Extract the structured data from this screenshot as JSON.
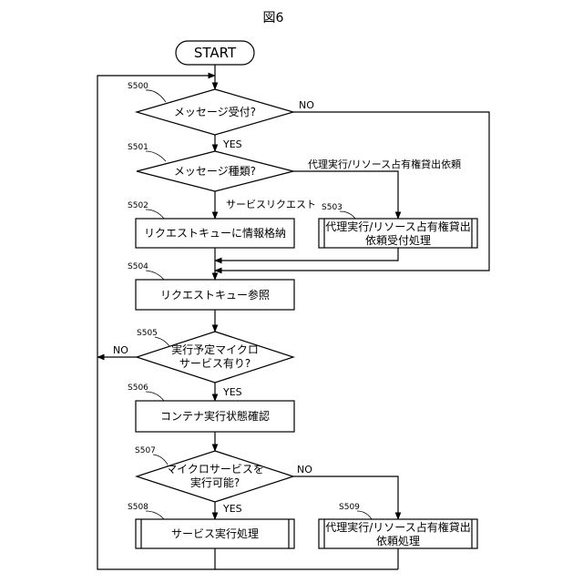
{
  "figure_title": "図6",
  "start": "START",
  "steps": {
    "s500": "S500",
    "s501": "S501",
    "s502": "S502",
    "s503": "S503",
    "s504": "S504",
    "s505": "S505",
    "s506": "S506",
    "s507": "S507",
    "s508": "S508",
    "s509": "S509"
  },
  "nodes": {
    "d_msg_received": "メッセージ受付?",
    "d_msg_type": "メッセージ種類?",
    "p_store_request": "リクエストキューに情報格納",
    "p_proxy_accept_line1": "代理実行/リソース占有権貸出",
    "p_proxy_accept_line2": "依頼受付処理",
    "p_ref_queue": "リクエストキュー参照",
    "d_scheduled_line1": "実行予定マイクロ",
    "d_scheduled_line2": "サービス有り?",
    "p_check_container": "コンテナ実行状態確認",
    "d_executable_line1": "マイクロサービスを",
    "d_executable_line2": "実行可能?",
    "p_exec_service": "サービス実行処理",
    "p_proxy_request_line1": "代理実行/リソース占有権貸出",
    "p_proxy_request_line2": "依頼処理"
  },
  "edge_labels": {
    "no_500": "NO",
    "yes_500": "YES",
    "type_proxy": "代理実行/リソース占有権貸出依頼",
    "type_service": "サービスリクエスト",
    "no_505": "NO",
    "yes_505": "YES",
    "no_507": "NO",
    "yes_507": "YES"
  }
}
